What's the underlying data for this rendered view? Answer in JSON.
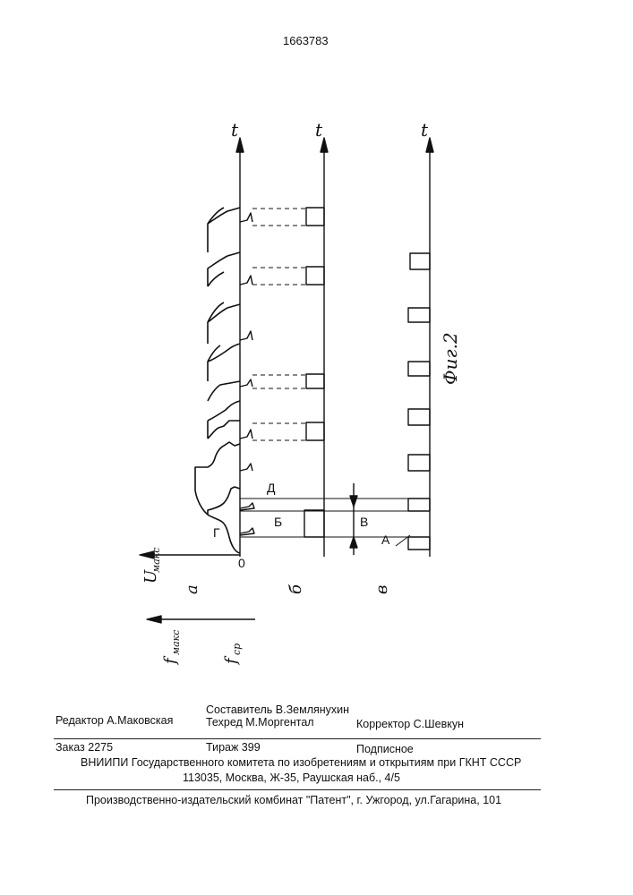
{
  "page_number": "1663783",
  "figure": {
    "axis_t": "t",
    "labels": {
      "v": "В",
      "a": "А",
      "b": "Б",
      "g": "Г",
      "d": "Д",
      "zero": "0"
    },
    "y_label": "U",
    "y_label_sub": "макс",
    "row_a": "а",
    "row_b": "б",
    "row_v": "в",
    "f_max": "f",
    "f_max_sub": "макс",
    "f_cp": "f",
    "f_cp_sub": "ср",
    "caption": "Фиг.2"
  },
  "footer": {
    "composer": "Составитель В.Землянухин",
    "editor": "Редактор А.Маковская",
    "techred": "Техред М.Моргентал",
    "corrector": "Корректор  С.Шевкун",
    "order": "Заказ 2275",
    "tirage": "Тираж 399",
    "subscription": "Подписное",
    "institute": "ВНИИПИ Государственного комитета по изобретениям и открытиям при ГКНТ СССР",
    "address": "113035, Москва, Ж-35, Раушская наб., 4/5",
    "publisher": "Производственно-издательский комбинат \"Патент\", г. Ужгород, ул.Гагарина, 101"
  }
}
